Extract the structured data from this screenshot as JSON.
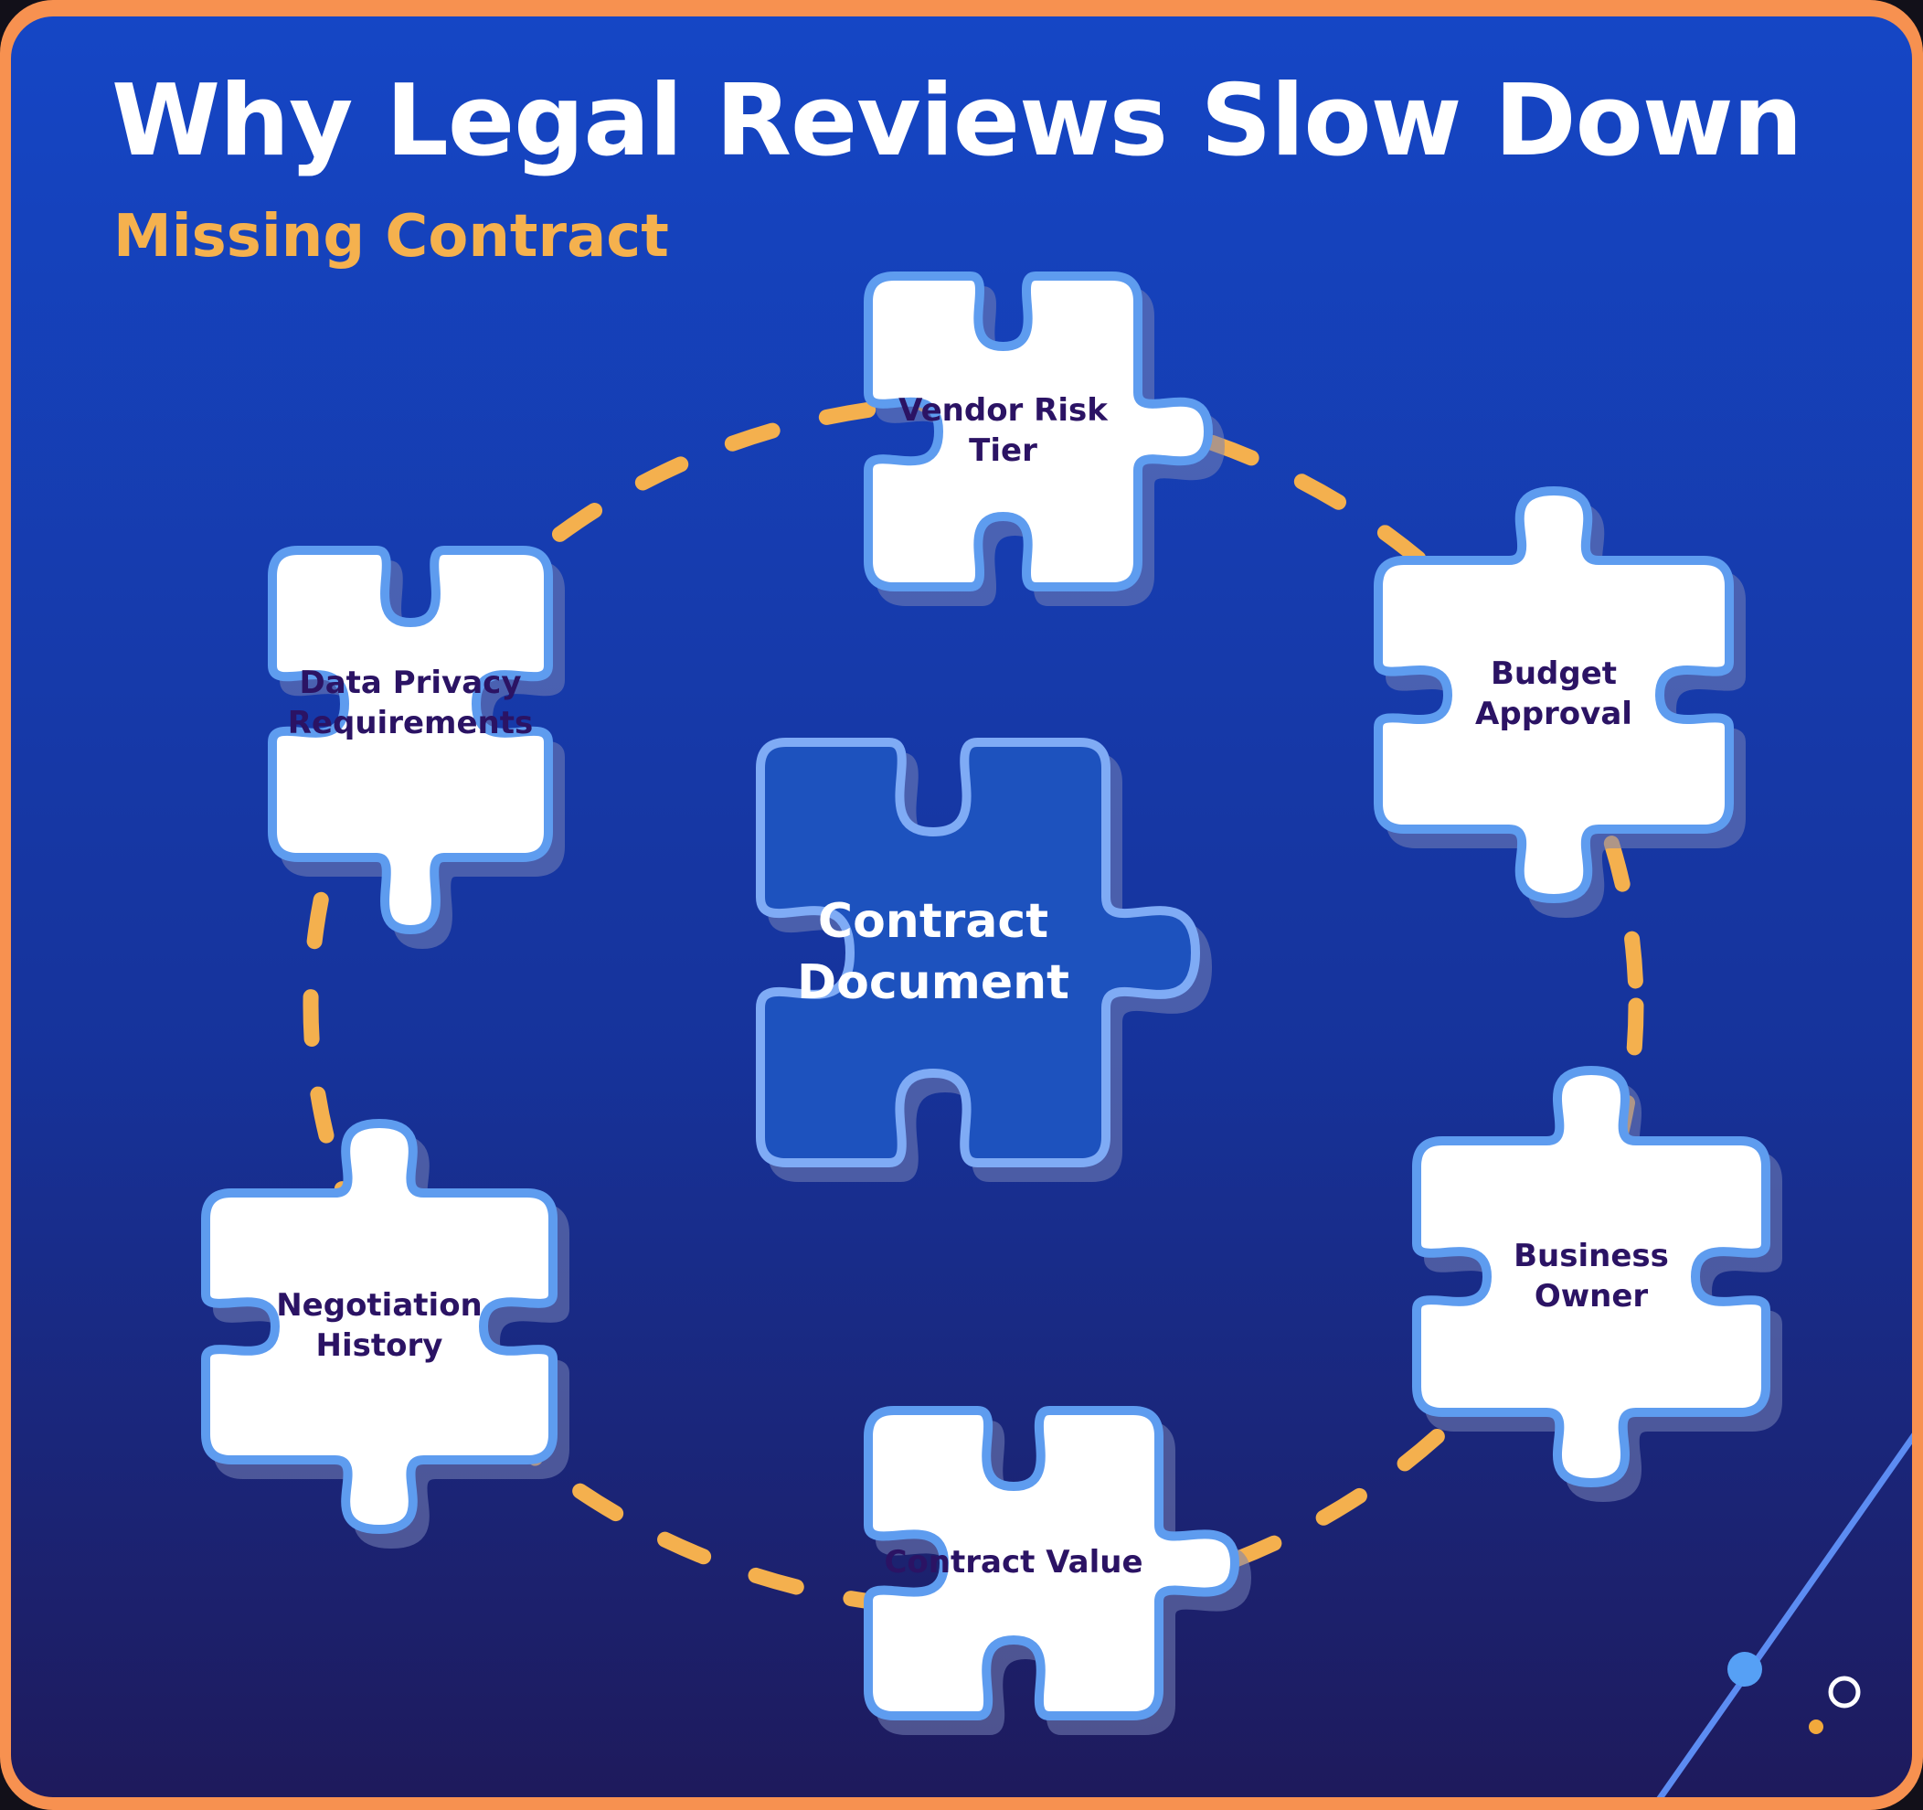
{
  "header": {
    "title": "Why Legal Reviews Slow Down",
    "subtitle": "Missing Contract"
  },
  "center_piece": {
    "label": "Contract Document"
  },
  "pieces": [
    {
      "name": "vendor-risk-tier",
      "label": "Vendor Risk Tier"
    },
    {
      "name": "budget-approval",
      "label": "Budget Approval"
    },
    {
      "name": "business-owner",
      "label": "Business Owner"
    },
    {
      "name": "contract-value",
      "label": "Contract Value"
    },
    {
      "name": "negotiation-history",
      "label": "Negotiation History"
    },
    {
      "name": "data-privacy-requirements",
      "label": "Data Privacy Requirements"
    }
  ],
  "colors": {
    "frame_orange": "#F79150",
    "bg_top": "#1546C5",
    "bg_mid": "#16339B",
    "bg_bottom": "#1E1A5C",
    "title_text": "#FFFFFF",
    "subtitle_text": "#F5B14E",
    "dash_gold": "#F4B04E",
    "piece_fill": "#FFFFFF",
    "piece_outline": "#5E9CEF",
    "piece_label_text": "#2B1364",
    "center_fill": "#1D52BE",
    "center_outline": "#7FABF5",
    "center_label_text": "#FFFFFF",
    "shadow": "rgba(118,129,182,0.55)",
    "decor_line_blue": "#5C8CF2",
    "decor_dot_blue": "#56A0F5",
    "decor_ring_white": "#FFFFFF",
    "decor_dot_orange": "#F2A93C"
  }
}
